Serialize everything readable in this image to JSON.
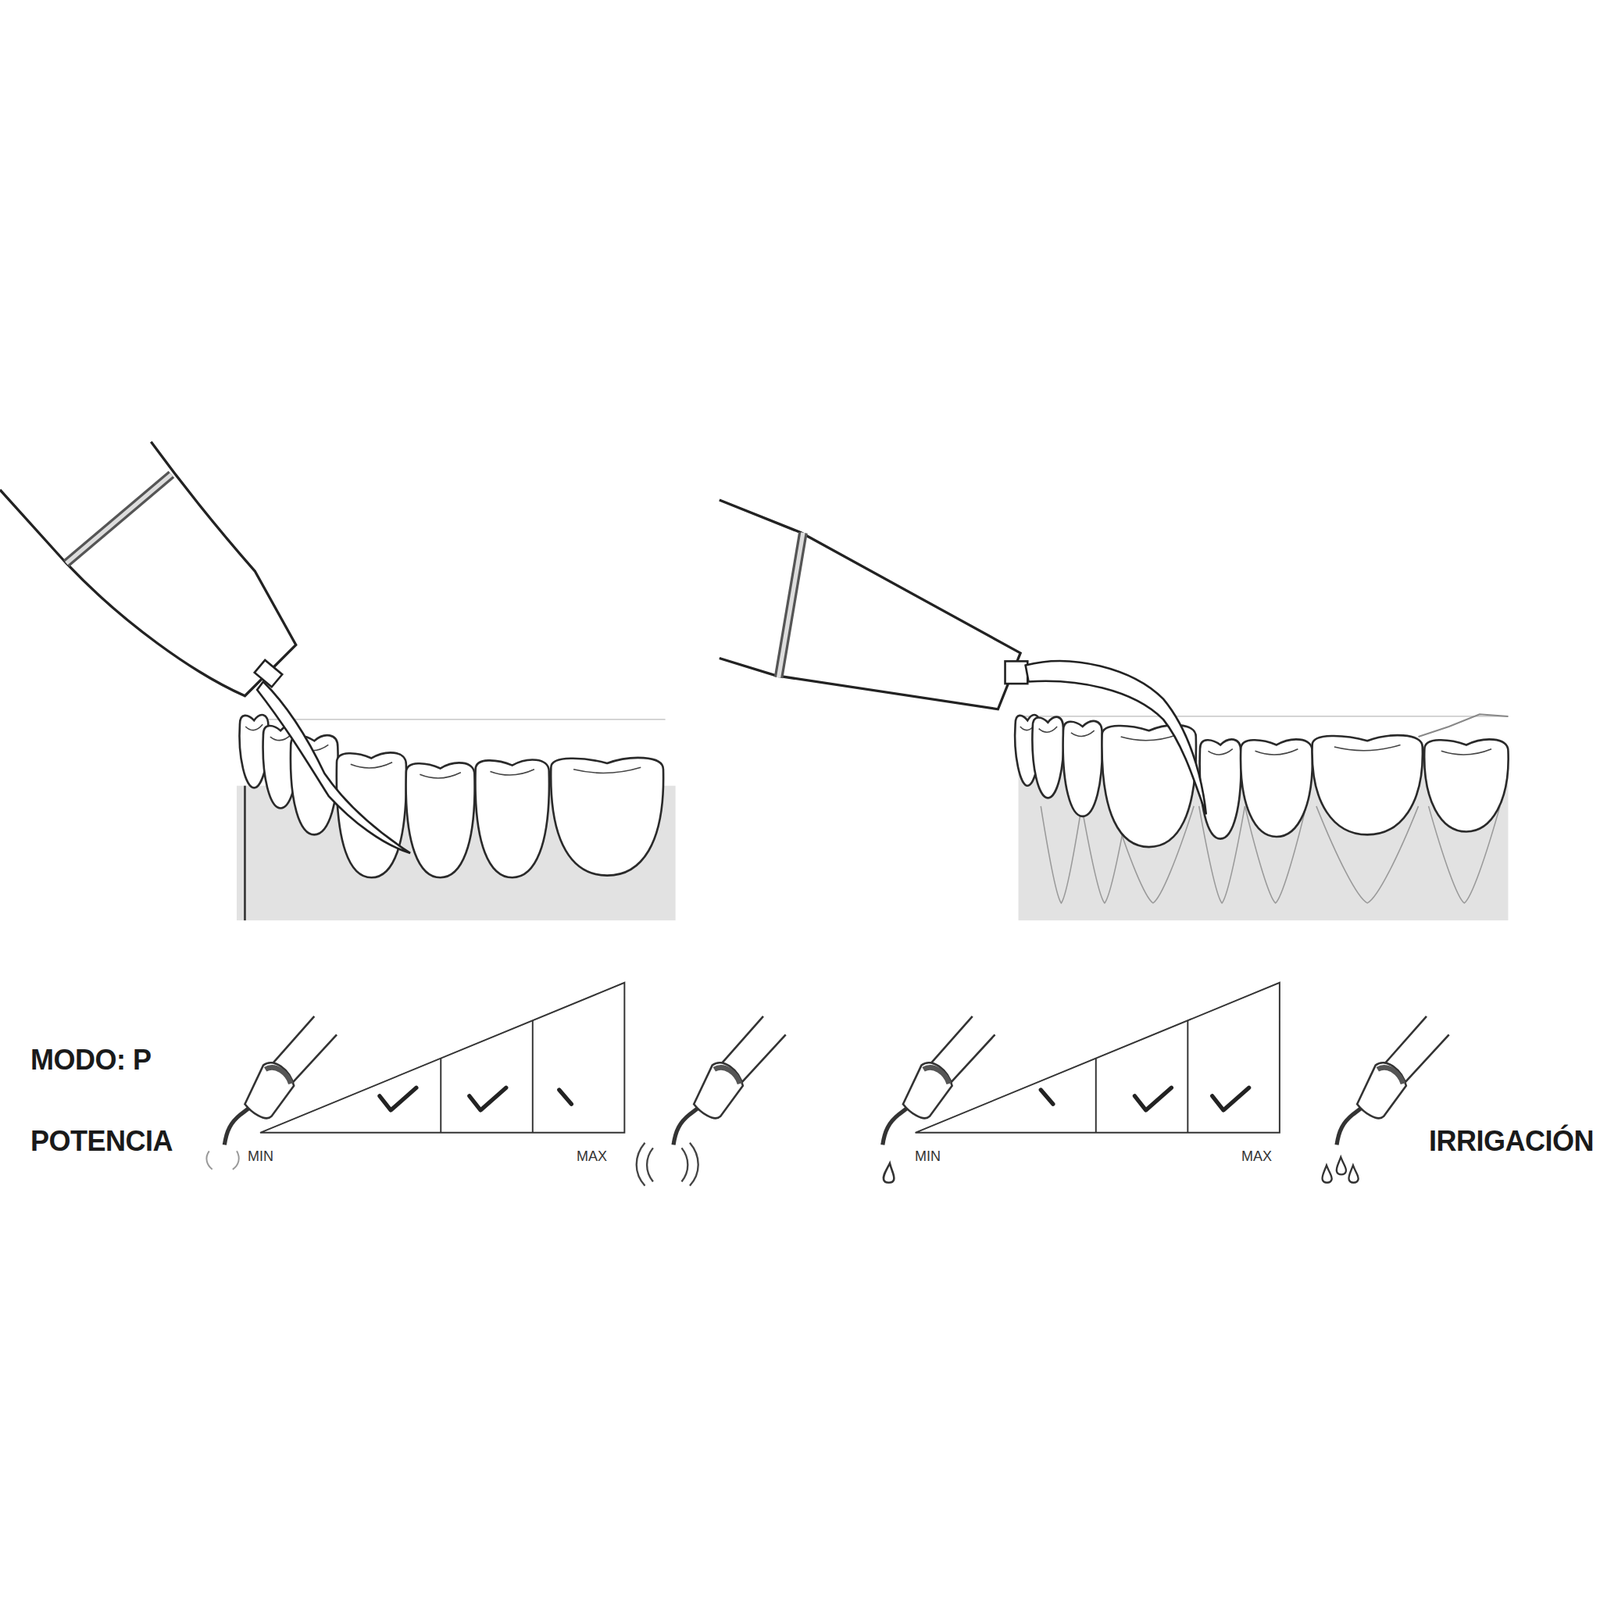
{
  "diagram": {
    "labels": [
      "MODO: P",
      "POTENCIA",
      "MIN",
      "MAX",
      "MIN",
      "MAX",
      "IRRIGACIÓN"
    ]
  }
}
